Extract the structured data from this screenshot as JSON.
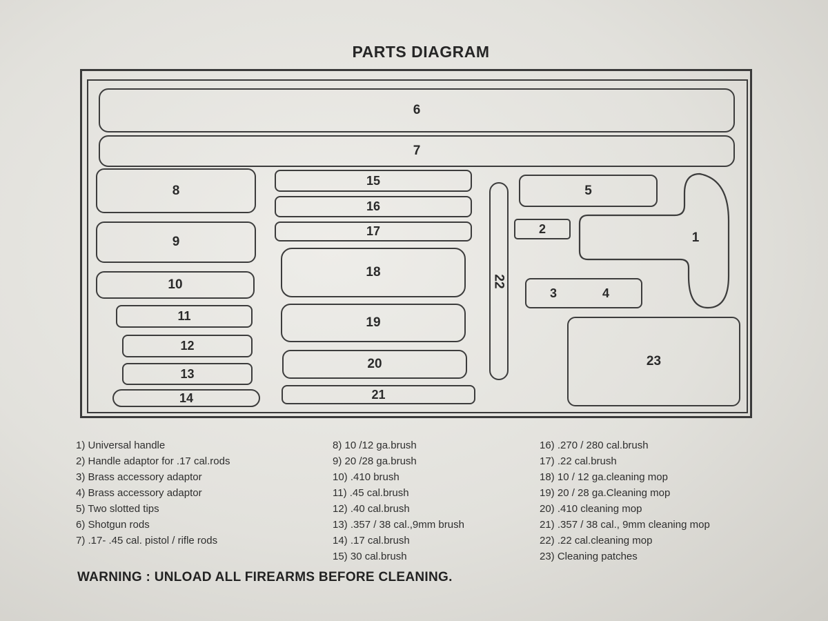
{
  "title": "PARTS DIAGRAM",
  "slots": {
    "s1": "1",
    "s2": "2",
    "s3": "3",
    "s4": "4",
    "s5": "5",
    "s6": "6",
    "s7": "7",
    "s8": "8",
    "s9": "9",
    "s10": "10",
    "s11": "11",
    "s12": "12",
    "s13": "13",
    "s14": "14",
    "s15": "15",
    "s16": "16",
    "s17": "17",
    "s18": "18",
    "s19": "19",
    "s20": "20",
    "s21": "21",
    "s22": "22",
    "s23": "23"
  },
  "legend": {
    "col1": [
      "1)  Universal handle",
      "2)  Handle adaptor for .17 cal.rods",
      "3)  Brass accessory adaptor",
      "4)  Brass accessory adaptor",
      "5)  Two slotted tips",
      "6)  Shotgun rods",
      "7)  .17- .45 cal. pistol / rifle rods"
    ],
    "col2": [
      "8)   10 /12 ga.brush",
      "9)   20 /28 ga.brush",
      "10)  .410 brush",
      "11)  .45 cal.brush",
      "12)  .40 cal.brush",
      "13)  .357 / 38 cal.,9mm brush",
      "14)  .17 cal.brush",
      "15)  30 cal.brush"
    ],
    "col3": [
      "16)  .270 / 280 cal.brush",
      "17)  .22 cal.brush",
      "18)  10 / 12 ga.cleaning mop",
      "19)  20 / 28 ga.Cleaning mop",
      "20)  .410 cleaning mop",
      "21)  .357 / 38 cal., 9mm cleaning mop",
      "22)  .22 cal.cleaning mop",
      "23)  Cleaning patches"
    ]
  },
  "warning": "WARNING : UNLOAD ALL FIREARMS BEFORE CLEANING.",
  "colors": {
    "line": "#3c3c3c",
    "paper": "#e8e7e3"
  }
}
